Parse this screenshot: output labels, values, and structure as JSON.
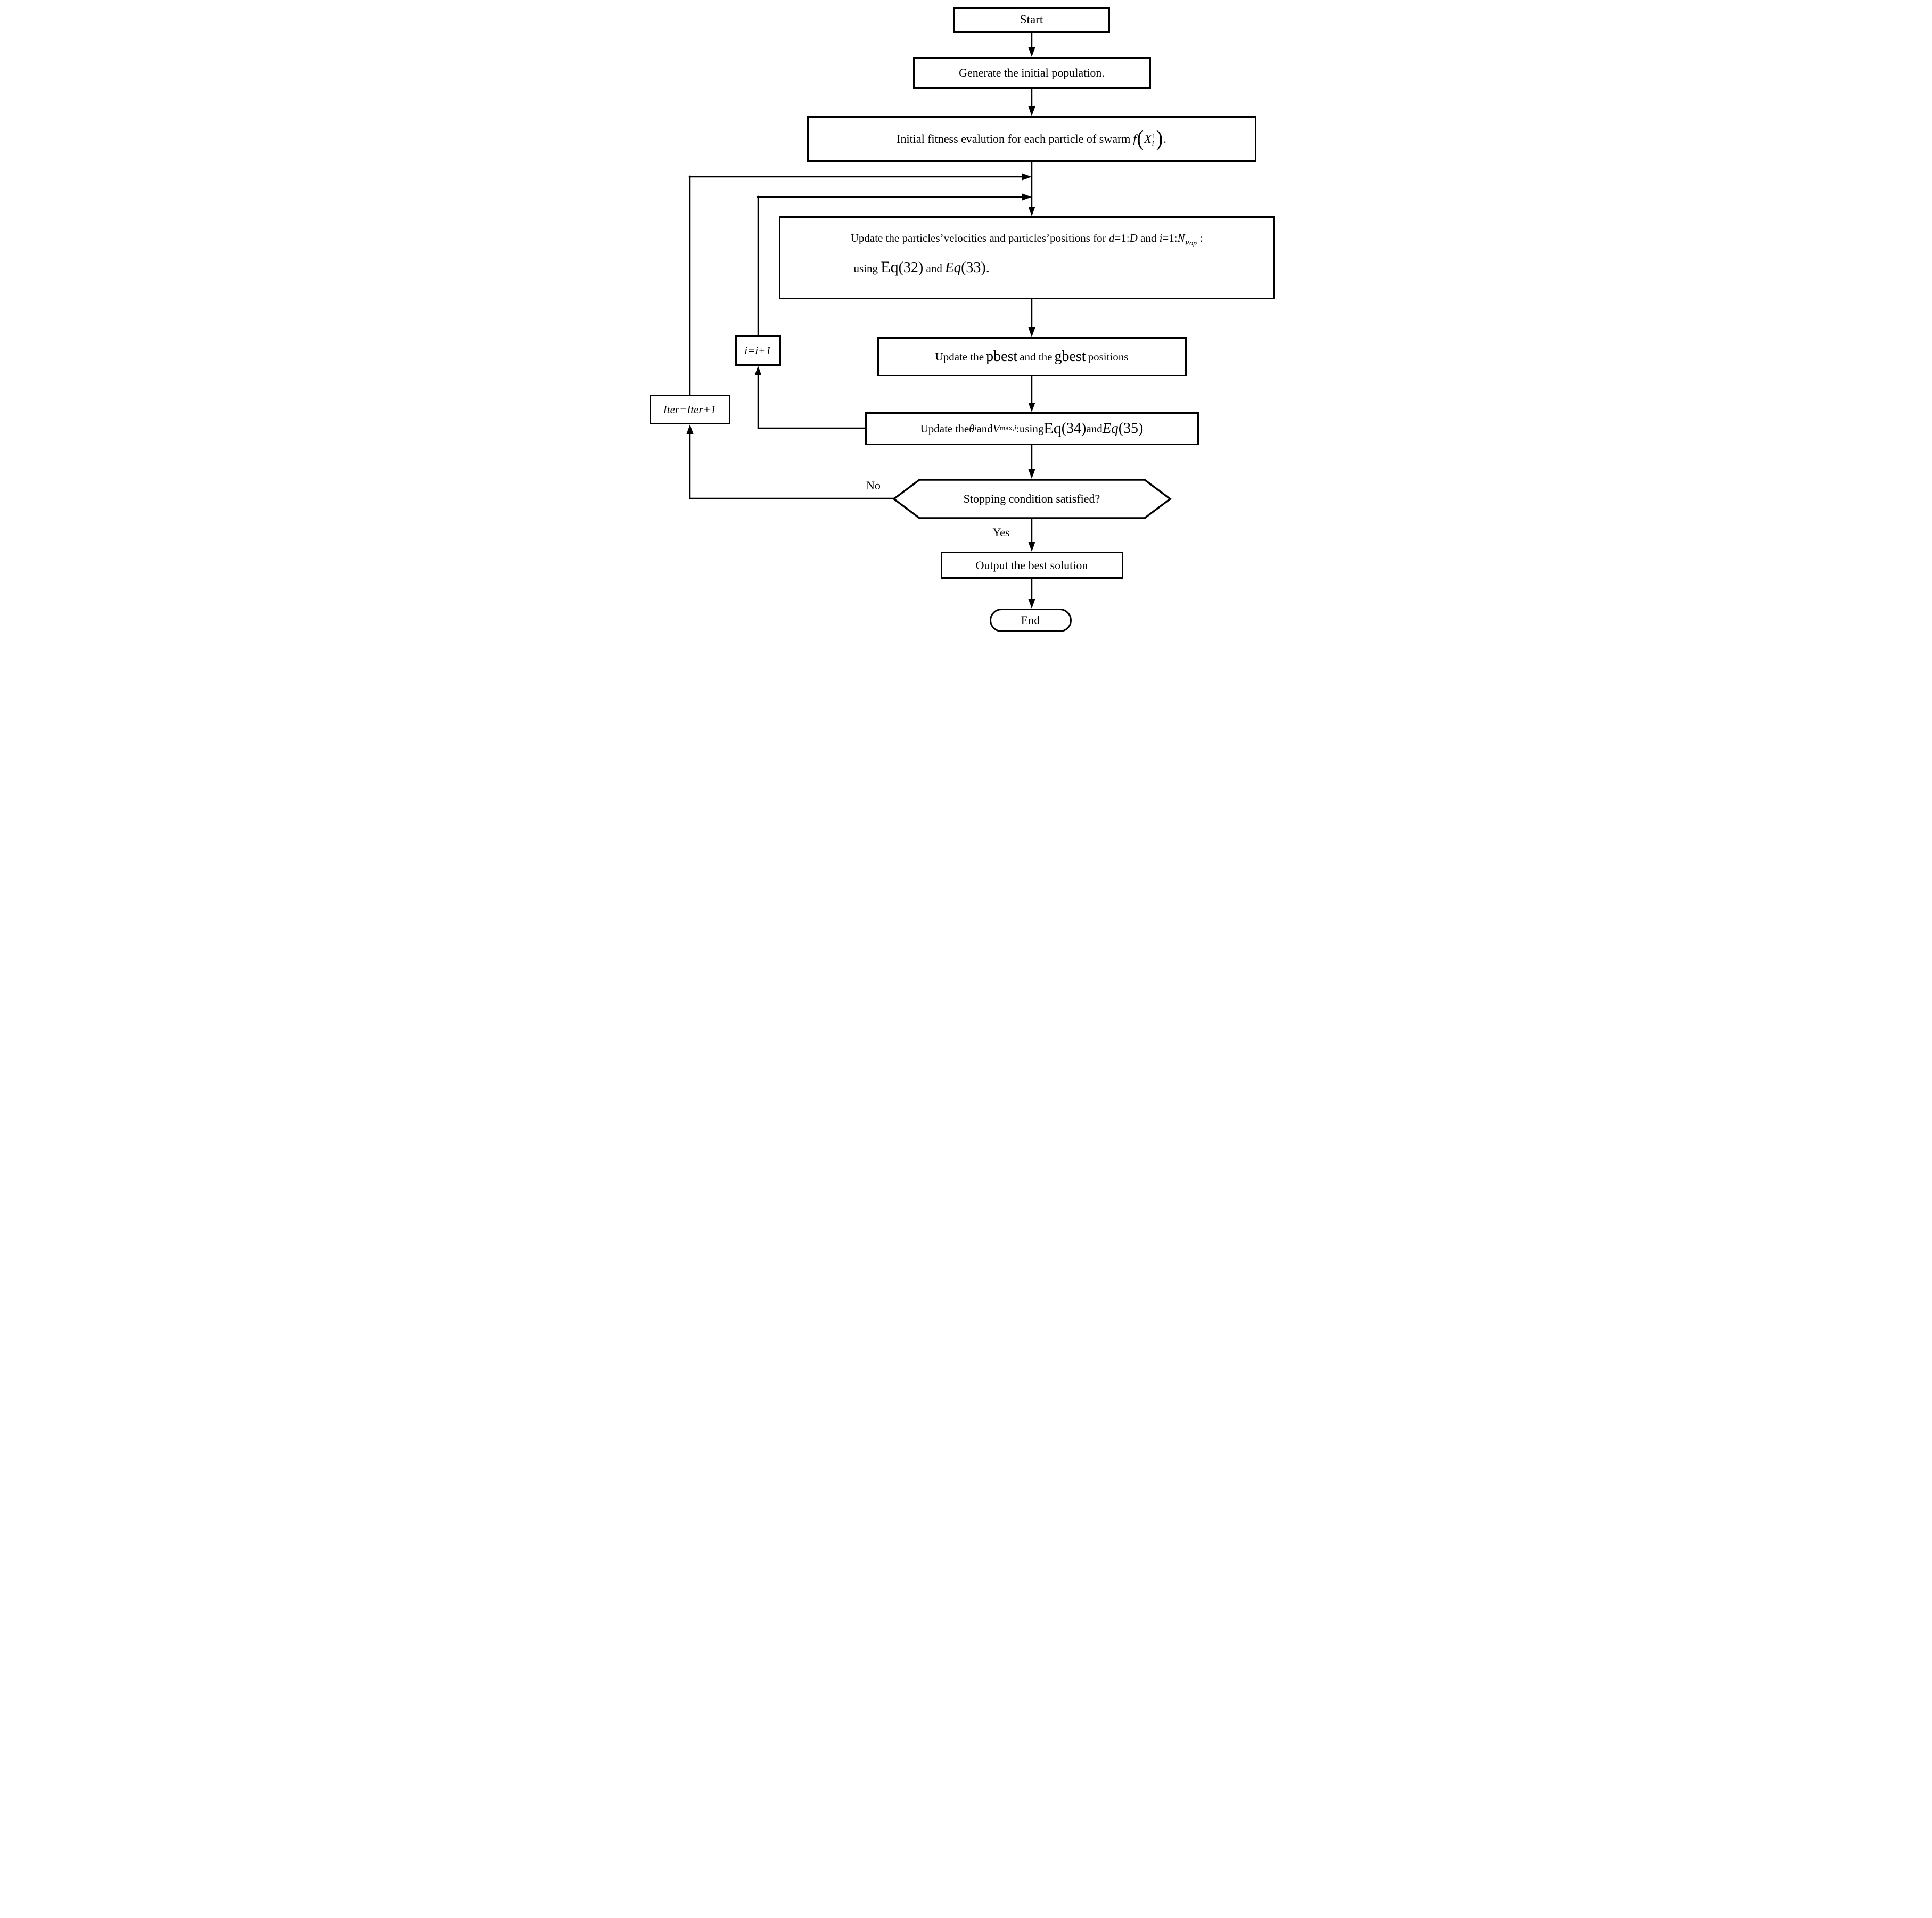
{
  "flowchart": {
    "nodes": {
      "start": {
        "label": "Start"
      },
      "generate": {
        "label": "Generate the initial population."
      },
      "fitness": {
        "text": "Initial fitness evalution for each particle of swarm",
        "func": "f",
        "open_paren": "(",
        "variable": "X",
        "superscript": "1",
        "subscript": "i",
        "close_paren": ")",
        "period": "."
      },
      "velocity": {
        "line1": "Update the particles’velocities and particles’positions for ",
        "d_var": "d",
        "d_range": "=1:",
        "D_var": "D",
        "and1": " and ",
        "i_var": "i",
        "i_range": "=1:",
        "N_var": "N",
        "N_sub": "Pop",
        "colon": " :",
        "using": "using ",
        "eq32": "Eq",
        "eq32_args": "(32)",
        "and2": " and ",
        "eq33": "Eq",
        "eq33_args": "(33)."
      },
      "best": {
        "prefix": "Update the ",
        "pbest": "pbest",
        "mid": " and the ",
        "gbest": "gbest",
        "suffix": " positions"
      },
      "params": {
        "prefix": "Update the ",
        "theta": "θ",
        "theta_sub": "i",
        "and1": " and ",
        "V_var": "V",
        "V_sub_max": "max,",
        "V_sub_i": "i",
        "colon_using": " :using ",
        "eq34": "Eq",
        "eq34_args": "(34)",
        "and2": " and ",
        "eq35": "Eq",
        "eq35_args": "(35)"
      },
      "decision": {
        "label": "Stopping condition satisfied?"
      },
      "output": {
        "label": "Output the best  solution"
      },
      "end": {
        "label": "End"
      },
      "increment_i": {
        "label": "i=i+1"
      },
      "increment_iter": {
        "label": "Iter=Iter+1"
      }
    },
    "edge_labels": {
      "no": "No",
      "yes": "Yes"
    },
    "colors": {
      "line": "#000000",
      "node_fill": "#ffffff",
      "background": "#ffffff"
    }
  }
}
